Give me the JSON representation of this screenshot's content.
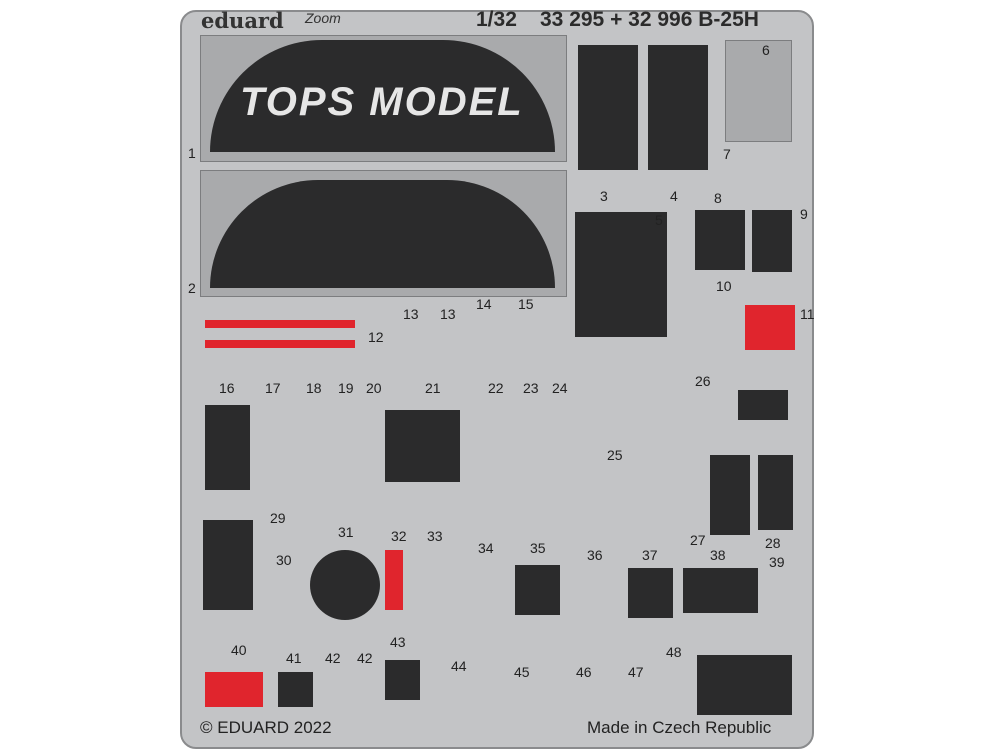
{
  "header": {
    "brand": "eduard",
    "logo_zoom": "Zoom",
    "scale": "1/32",
    "set_numbers": "33 295 + 32 996 B-25H"
  },
  "footer": {
    "copyright": "© EDUARD 2022",
    "origin": "Made in Czech Republic"
  },
  "watermark": "TOPS MODEL",
  "part_labels": [
    "1",
    "2",
    "3",
    "4",
    "5",
    "6",
    "7",
    "8",
    "9",
    "10",
    "11",
    "12",
    "13",
    "13",
    "14",
    "15",
    "16",
    "17",
    "18",
    "19",
    "20",
    "21",
    "22",
    "23",
    "24",
    "25",
    "26",
    "27",
    "28",
    "29",
    "30",
    "31",
    "32",
    "33",
    "34",
    "35",
    "36",
    "37",
    "38",
    "39",
    "40",
    "41",
    "42",
    "42",
    "43",
    "44",
    "45",
    "46",
    "47",
    "48"
  ],
  "colors": {
    "fret": "#c3c4c6",
    "panel": "#2b2b2c",
    "red": "#e0252d"
  }
}
